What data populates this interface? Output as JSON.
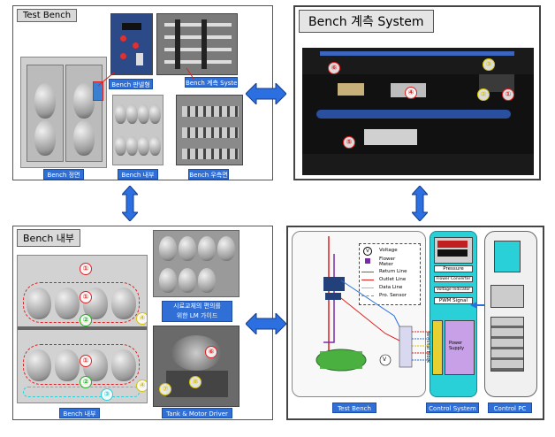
{
  "test_bench": {
    "title": "Test Bench",
    "captions": {
      "panel": "Bench 판넬형",
      "measure": "Bench 계측 System",
      "front": "Bench 정면",
      "inside": "Bench 내부",
      "right": "Bench 우측면"
    }
  },
  "measure_system": {
    "title": "Bench 계측 System",
    "markers": [
      "①",
      "②",
      "③",
      "④",
      "⑤",
      "⑥"
    ]
  },
  "bench_inside": {
    "title": "Bench 내부",
    "captions": {
      "lm_guide": "시료교체의 편의를\n위한 LM 가이드",
      "inside": "Bench 내부",
      "tank_motor": "Tank & Motor Driver"
    },
    "markers": [
      "①",
      "②",
      "③",
      "④",
      "⑤",
      "⑥",
      "⑦",
      "⑧"
    ]
  },
  "schematic": {
    "legend": [
      {
        "symbol": "V",
        "text": "Voltage",
        "color": "#000000"
      },
      {
        "symbol": "",
        "text": "Flower\nMeter",
        "color": "#7a2aa8"
      },
      {
        "symbol": "",
        "text": "Return Line",
        "color": "#2a6fe0"
      },
      {
        "symbol": "",
        "text": "Outlet Line",
        "color": "#e02020"
      },
      {
        "symbol": "",
        "text": "Data Line",
        "color": "#d8c400"
      },
      {
        "symbol": "",
        "text": "Pro. Sensor",
        "color": "#888888"
      }
    ],
    "control_items": [
      "Pressure",
      "Flower Converter",
      "Voltage Indicator",
      "PWM Signal"
    ],
    "terminal_block": "Terminal Block",
    "power_supply": "Power\nSupply",
    "voltage_mark": "V",
    "captions": {
      "test_bench": "Test Bench",
      "control_system": "Control System",
      "control_pc": "Control PC"
    }
  },
  "colors": {
    "caption_blue": "#2f6fd6",
    "arrow_blue": "#2c6fe0",
    "marker_red": "#e02020"
  }
}
